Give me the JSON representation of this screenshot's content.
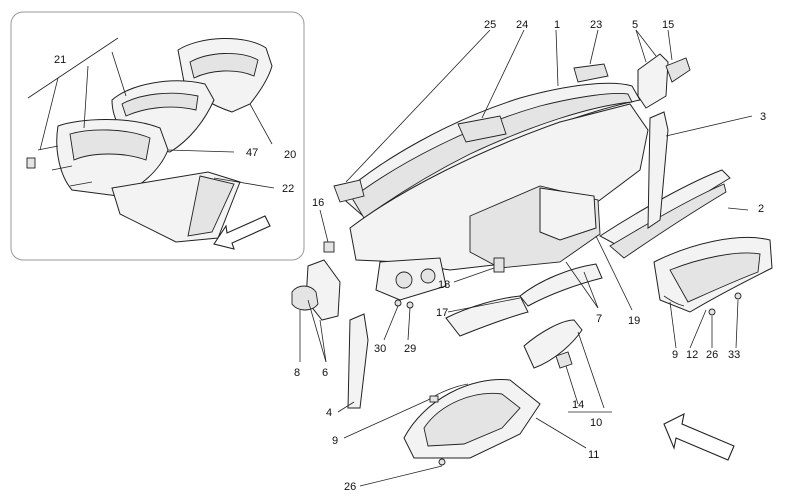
{
  "labels": {
    "l1": "1",
    "l2": "2",
    "l3": "3",
    "l4": "4",
    "l5": "5",
    "l6": "6",
    "l7": "7",
    "l8": "8",
    "l9a": "9",
    "l9b": "9",
    "l10": "10",
    "l11": "11",
    "l12": "12",
    "l14": "14",
    "l15": "15",
    "l16": "16",
    "l17": "17",
    "l18": "18",
    "l19": "19",
    "l20": "20",
    "l21": "21",
    "l22": "22",
    "l23": "23",
    "l24": "24",
    "l25": "25",
    "l26a": "26",
    "l26b": "26",
    "l29": "29",
    "l30": "30",
    "l33": "33",
    "l47": "47"
  },
  "icons": {
    "inset_arrow": "direction-arrow-icon",
    "main_arrow": "direction-arrow-icon"
  }
}
